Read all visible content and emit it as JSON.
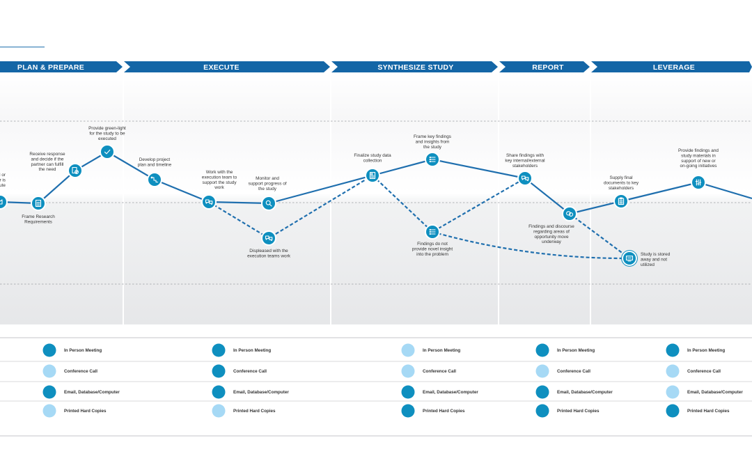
{
  "colors": {
    "header_blue": "#1466a6",
    "line_blue": "#1f6fae",
    "node_blue": "#0e8fbf",
    "dot_dark": "#0e8fbf",
    "dot_light": "#a6d9f5",
    "band_gray": "#e9eaec"
  },
  "stages": [
    {
      "label": "PLAN & PREPARE"
    },
    {
      "label": "EXECUTE"
    },
    {
      "label": "SYNTHESIZE STUDY"
    },
    {
      "label": "REPORT"
    },
    {
      "label": "LEVERAGE"
    }
  ],
  "steps": [
    {
      "icon": "hand-icon",
      "lines": [
        "ernal or",
        "partner is",
        "xecute"
      ]
    },
    {
      "icon": "document-icon",
      "lines": [
        "Frame Research",
        "Requirements"
      ]
    },
    {
      "icon": "doc-check-icon",
      "lines": [
        "Receive response",
        "and decide if the",
        "partner can fulfill",
        "the need"
      ]
    },
    {
      "icon": "check-icon",
      "lines": [
        "Provide green-light",
        "for the study to be",
        "executed"
      ]
    },
    {
      "icon": "timeline-icon",
      "lines": [
        "Develop project",
        "plan and timeline"
      ]
    },
    {
      "icon": "chat-icon",
      "lines": [
        "Work with  the",
        "execution team to",
        "support the study",
        "work"
      ]
    },
    {
      "icon": "magnifier-icon",
      "lines": [
        "Monitor and",
        "support progress of",
        "the study"
      ]
    },
    {
      "icon": "chat-icon",
      "lines": [
        "Displeased with the",
        "execution teams work"
      ]
    },
    {
      "icon": "report-icon",
      "lines": [
        "Finalize study data",
        "collection"
      ]
    },
    {
      "icon": "list-icon",
      "lines": [
        "Frame key findings",
        "and insights from",
        "the study"
      ]
    },
    {
      "icon": "list-icon",
      "lines": [
        "Findings do not",
        "provide novel insight",
        "into the problem"
      ]
    },
    {
      "icon": "chat-icon",
      "lines": [
        "Share findings with",
        "key internal/external",
        "stakeholders"
      ]
    },
    {
      "icon": "bubbles-icon",
      "lines": [
        "Findings and discourse",
        "regarding areas of",
        "opportunity move",
        "underway"
      ]
    },
    {
      "icon": "clipboard-icon",
      "lines": [
        "Supply final",
        "documents to key",
        "stakeholders"
      ]
    },
    {
      "icon": "sliders-icon",
      "lines": [
        "Provide findings and",
        "study materials in",
        "support of new or",
        "on-going  initiatives"
      ]
    },
    {
      "icon": "monitor-icon",
      "lines": [
        "Study is stored",
        "away and not",
        "utilized"
      ]
    }
  ],
  "legend": {
    "labels": [
      "In Person Meeting",
      "Conference Call",
      "Email, Database/Computer",
      "Printed Hard Copies"
    ],
    "columns": [
      {
        "stage": "PLAN & PREPARE",
        "usage": [
          "dark",
          "light",
          "dark",
          "light"
        ]
      },
      {
        "stage": "EXECUTE",
        "usage": [
          "dark",
          "dark",
          "dark",
          "light"
        ]
      },
      {
        "stage": "SYNTHESIZE STUDY",
        "usage": [
          "light",
          "light",
          "dark",
          "dark"
        ]
      },
      {
        "stage": "REPORT",
        "usage": [
          "dark",
          "light",
          "dark",
          "dark"
        ]
      },
      {
        "stage": "LEVERAGE",
        "usage": [
          "dark",
          "light",
          "light",
          "dark"
        ]
      }
    ]
  }
}
